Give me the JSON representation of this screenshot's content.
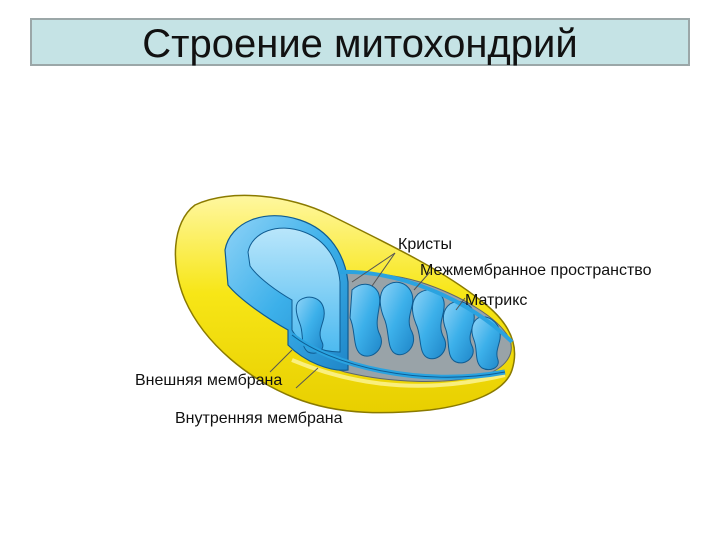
{
  "title": "Строение митохондрий",
  "labels": {
    "cristae": "Кристы",
    "intermembrane_space": "Межмембранное пространство",
    "matrix": "Матрикс",
    "outer_membrane": "Внешняя мембрана",
    "inner_membrane": "Внутренняя мембрана"
  },
  "colors": {
    "title_background": "#c5e3e5",
    "outer_membrane": "#f7e617",
    "inner_membrane": "#2aa3e0",
    "matrix": "#99a3a8"
  }
}
